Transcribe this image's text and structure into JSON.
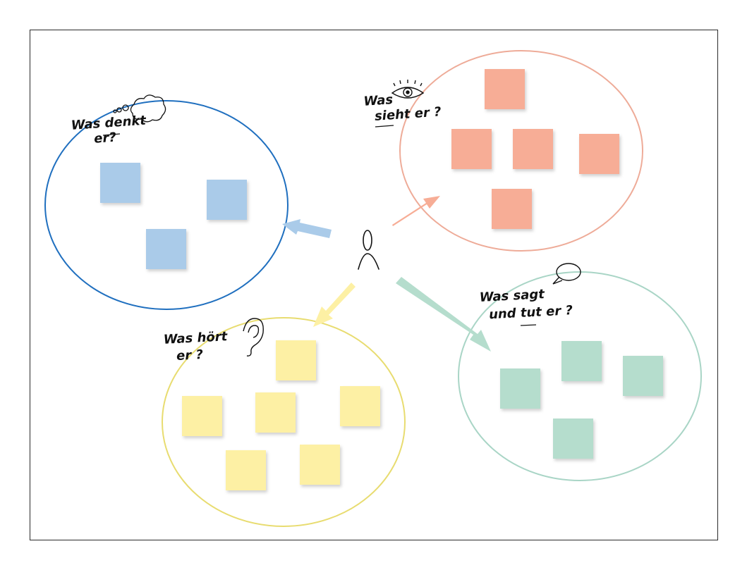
{
  "colors": {
    "blue_ring": "#1f6fbf",
    "orange_ring": "#eeab98",
    "yellow_ring": "#e8dc70",
    "green_ring": "#a9d5c6",
    "blue_note": "#aacbe9",
    "orange_note": "#f7ad96",
    "yellow_note": "#fdf0a4",
    "green_note": "#b5ddcd",
    "frame": "#2b2b2b"
  },
  "quadrants": [
    {
      "id": "denkt",
      "lines": [
        "Was denkt",
        "er?"
      ],
      "icon": "thought-cloud-icon",
      "notes": 3
    },
    {
      "id": "sieht",
      "lines": [
        "Was",
        "sieht er ?"
      ],
      "icon": "eye-icon",
      "notes": 5
    },
    {
      "id": "hoert",
      "lines": [
        "Was hört",
        "er ?"
      ],
      "icon": "ear-icon",
      "notes": 6
    },
    {
      "id": "sagt",
      "lines": [
        "Was sagt",
        "und tut er ?"
      ],
      "icon": "speech-bubble-icon",
      "notes": 4
    }
  ],
  "person": {
    "icon": "person-icon"
  }
}
